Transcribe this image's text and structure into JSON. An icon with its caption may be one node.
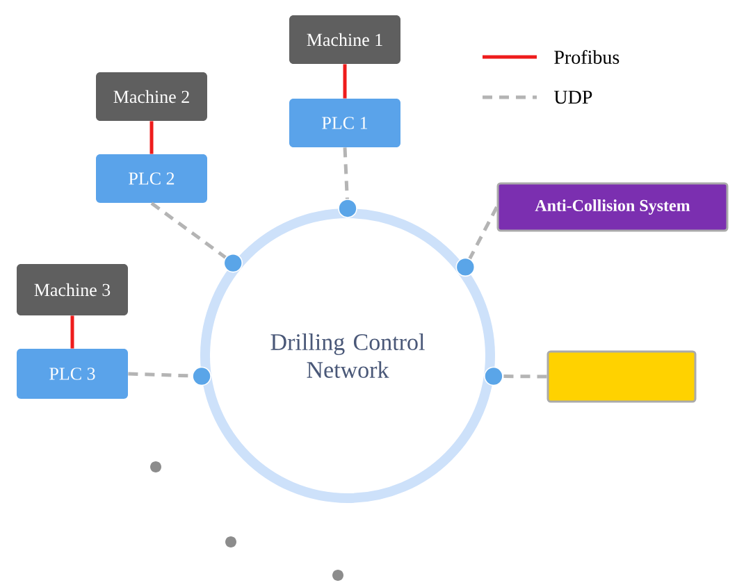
{
  "diagram": {
    "nodes": [
      {
        "text": [
          "Drilling Control Network"
        ]
      },
      {
        "text": [
          "Machine 1"
        ]
      },
      {
        "text": [
          "PLC 1"
        ]
      },
      {
        "text": [
          "Machine 2"
        ]
      },
      {
        "text": [
          "PLC 2"
        ]
      },
      {
        "text": [
          "Machine 3"
        ]
      },
      {
        "text": [
          "PLC 3"
        ]
      },
      {
        "text": [
          "Anti-Collision System"
        ]
      },
      {
        "text": [],
        "shape": "box"
      }
    ],
    "edges": [
      {
        "from": 1,
        "to": 2,
        "arrow": "none",
        "color": "#ee1c1c"
      },
      {
        "from": 3,
        "to": 4,
        "arrow": "none",
        "color": "#ee1c1c"
      },
      {
        "from": 5,
        "to": 6,
        "arrow": "none",
        "color": "#ee1c1c"
      },
      {
        "from": 2,
        "to": 0,
        "arrow": "none",
        "style": "dashed"
      },
      {
        "from": 4,
        "to": 0,
        "arrow": "none",
        "style": "dashed"
      },
      {
        "from": 6,
        "to": 0,
        "arrow": "none",
        "style": "dashed"
      },
      {
        "from": 7,
        "to": 0,
        "arrow": "none",
        "style": "dashed"
      },
      {
        "from": 8,
        "to": 0,
        "arrow": "none",
        "style": "dashed"
      }
    ],
    "legend": [
      {
        "text": "Profibus"
      },
      {
        "text": "UDP"
      }
    ]
  }
}
